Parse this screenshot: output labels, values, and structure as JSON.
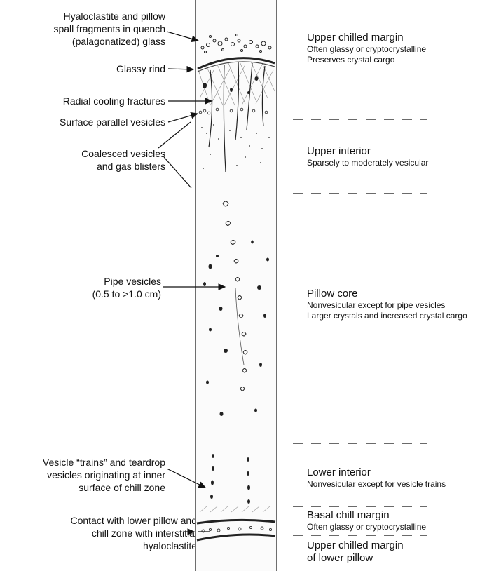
{
  "left_labels": [
    {
      "lines": [
        "Hyaloclastite and pillow",
        "spall fragments in quench",
        "(palagonatized) glass"
      ]
    },
    {
      "lines": [
        "Glassy rind"
      ]
    },
    {
      "lines": [
        "Radial cooling fractures"
      ]
    },
    {
      "lines": [
        "Surface parallel vesicles"
      ]
    },
    {
      "lines": [
        "Coalesced vesicles",
        "and gas blisters"
      ]
    },
    {
      "lines": [
        "Pipe vesicles",
        "(0.5 to >1.0 cm)"
      ]
    },
    {
      "lines": [
        "Vesicle “trains” and teardrop",
        "vesicles originating at inner",
        "surface of chill zone"
      ]
    },
    {
      "lines": [
        "Contact with lower pillow and",
        "chill zone with interstitial",
        "hyaloclastite"
      ]
    }
  ],
  "zones": [
    {
      "title": "Upper chilled margin",
      "desc": [
        "Often glassy or cryptocrystalline",
        "Preserves crystal cargo"
      ]
    },
    {
      "title": "Upper interior",
      "desc": [
        "Sparsely to moderately vesicular"
      ]
    },
    {
      "title": "Pillow core",
      "desc": [
        "Nonvesicular except for pipe vesicles",
        "Larger crystals and increased crystal cargo"
      ]
    },
    {
      "title": "Lower interior",
      "desc": [
        "Nonvesicular except for vesicle trains"
      ]
    },
    {
      "title": "Basal chill margin",
      "desc": [
        "Often glassy or cryptocrystalline"
      ]
    },
    {
      "title": "Upper chilled margin",
      "desc": [
        "of lower pillow"
      ]
    }
  ],
  "colors": {
    "ink": "#111111",
    "column_fill": "#fbfbfb",
    "sketch": "#333333"
  }
}
